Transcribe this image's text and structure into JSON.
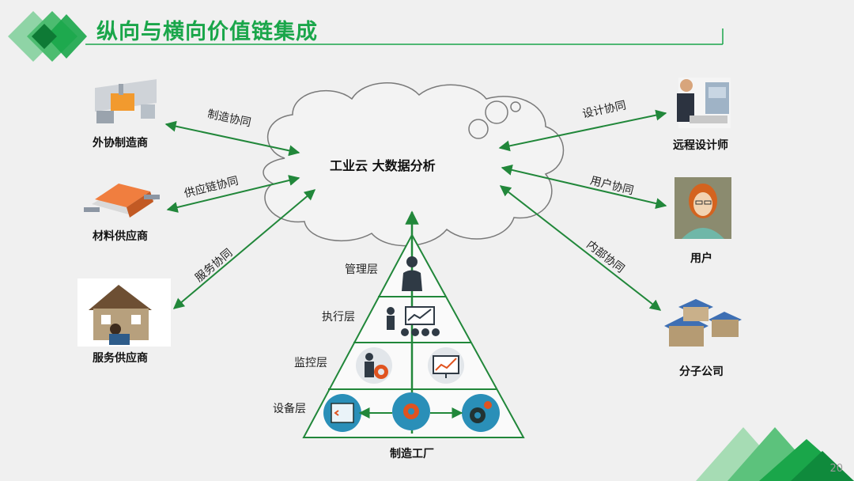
{
  "title": "纵向与横向价值链集成",
  "cloud_text": "工业云  大数据分析",
  "left_nodes": [
    {
      "label": "外协制造商",
      "link": "制造协同",
      "icon": "factory-icon"
    },
    {
      "label": "材料供应商",
      "link": "供应链协同",
      "icon": "warehouse-icon"
    },
    {
      "label": "服务供应商",
      "link": "服务协同",
      "icon": "house-service-icon"
    }
  ],
  "right_nodes": [
    {
      "label": "远程设计师",
      "link": "设计协同",
      "icon": "designer-icon"
    },
    {
      "label": "用户",
      "link": "用户协同",
      "icon": "user-avatar-icon"
    },
    {
      "label": "分子公司",
      "link": "内部协同",
      "icon": "branch-buildings-icon"
    }
  ],
  "pyramid_layers": [
    "管理层",
    "执行层",
    "监控层",
    "设备层"
  ],
  "factory_label": "制造工厂",
  "page_number": "20",
  "colors": {
    "title": "#1aa64a",
    "arrow": "#21873a",
    "icon_circle": "#2a8fb8",
    "deco": "#1aa64a"
  }
}
